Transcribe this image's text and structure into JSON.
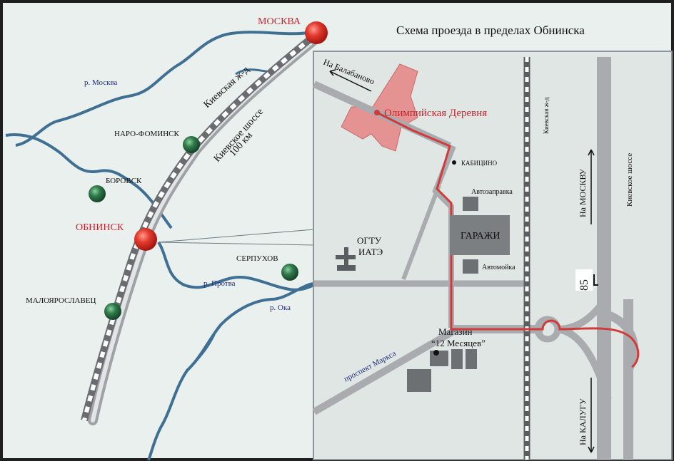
{
  "title": "Схема проезда в пределах Обнинска",
  "rivers": {
    "moskva": "р. Москва",
    "protva": "р. Протва",
    "oka": "р. Ока"
  },
  "roads": {
    "railway": "Киевская ж-д",
    "highway_line1": "Киевское шоссе",
    "highway_line2": "100 км"
  },
  "cities": {
    "moscow": "МОСКВА",
    "naro_fominsk": "НАРО-ФОМИНСК",
    "borovsk": "БОРОВСК",
    "obninsk": "ОБНИНСК",
    "serpukhov": "СЕРПУХОВ",
    "maloyaroslavets": "МАЛОЯРОСЛАВЕЦ"
  },
  "inset": {
    "to_balabanovo": "На Балабаново",
    "olympic_village": "Олимпийская Деревня",
    "kabitsino": "КАБИЦИНО",
    "gas_station": "Автозаправка",
    "garages": "ГАРАЖИ",
    "car_wash": "Автомойка",
    "ogtu": "ОГТУ",
    "iate": "ИАТЭ",
    "store_line1": "Магазин",
    "store_line2": "“12 Месяцев”",
    "marx_avenue": "проспект Маркса",
    "kiev_railway": "Киевская ж-д",
    "kiev_highway": "Киевское шоссе",
    "to_moscow": "На МОСКВУ",
    "to_kaluga": "На КАЛУГУ",
    "km_marker": "85"
  },
  "colors": {
    "background": "#eaf0ee",
    "frame": "#1f1f1f",
    "river": "#3f6f93",
    "road_gray": "#a9abae",
    "route_red": "#d23a3a",
    "city_red": "#c0282e",
    "city_green": "#2e6b47",
    "olympic_pink": "#e58a8a"
  }
}
